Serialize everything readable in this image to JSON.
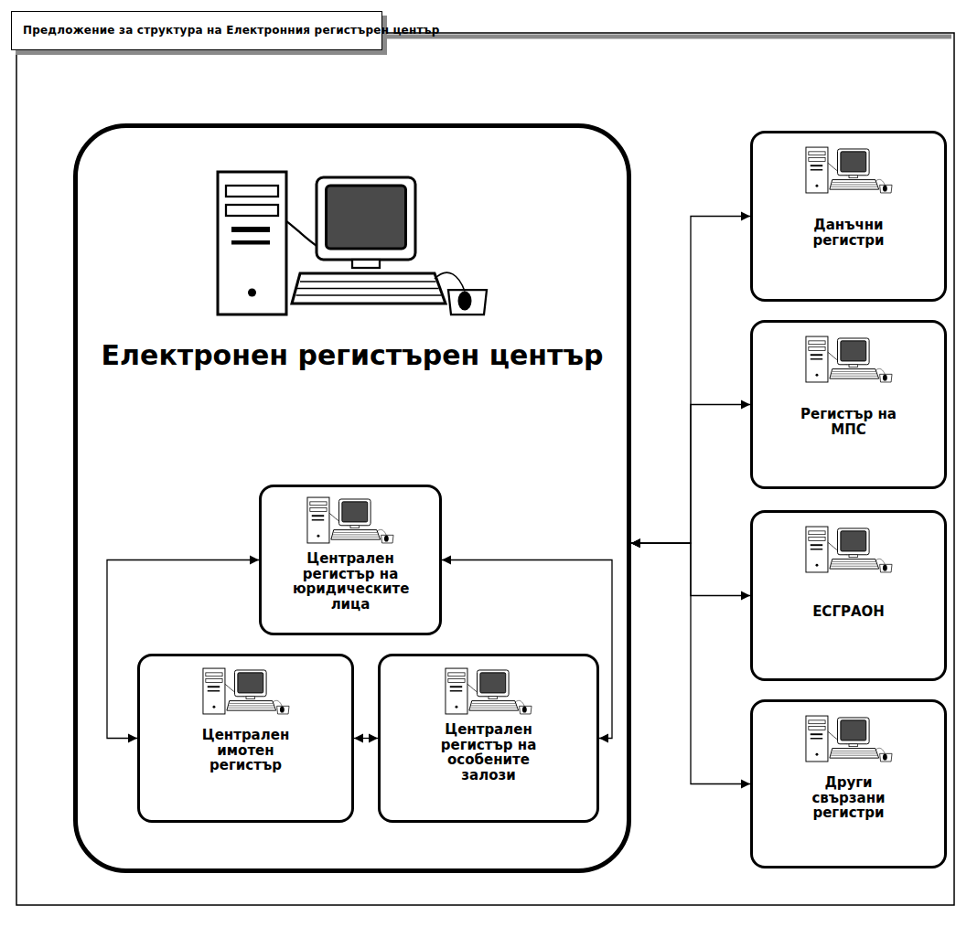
{
  "diagram": {
    "title": "Предложение за структура на Електронния регистърен център",
    "nodes": [
      {
        "text": [
          "Електронен регистърен център"
        ]
      },
      {
        "text": [
          "Централен регистър на юридическите лица"
        ],
        "in": 0
      },
      {
        "text": [
          "Централен имотен регистър"
        ],
        "in": 0
      },
      {
        "text": [
          "Централен регистър на особените залози"
        ],
        "in": 0
      },
      {
        "text": [
          "Данъчни регистри"
        ]
      },
      {
        "text": [
          "Регистър на МПС"
        ]
      },
      {
        "text": [
          "ЕСГРАОН"
        ]
      },
      {
        "text": [
          "Други свързани регистри"
        ]
      }
    ],
    "edges": [
      {
        "from": 2,
        "to": 1,
        "arrow": "both"
      },
      {
        "from": 3,
        "to": 1,
        "arrow": "both"
      },
      {
        "from": 2,
        "to": 3,
        "arrow": "both"
      },
      {
        "from": 0,
        "to": 4,
        "arrow": "both"
      },
      {
        "from": 0,
        "to": 5,
        "arrow": "both"
      },
      {
        "from": 0,
        "to": 6,
        "arrow": "both"
      },
      {
        "from": 0,
        "to": 7,
        "arrow": "both"
      }
    ]
  }
}
